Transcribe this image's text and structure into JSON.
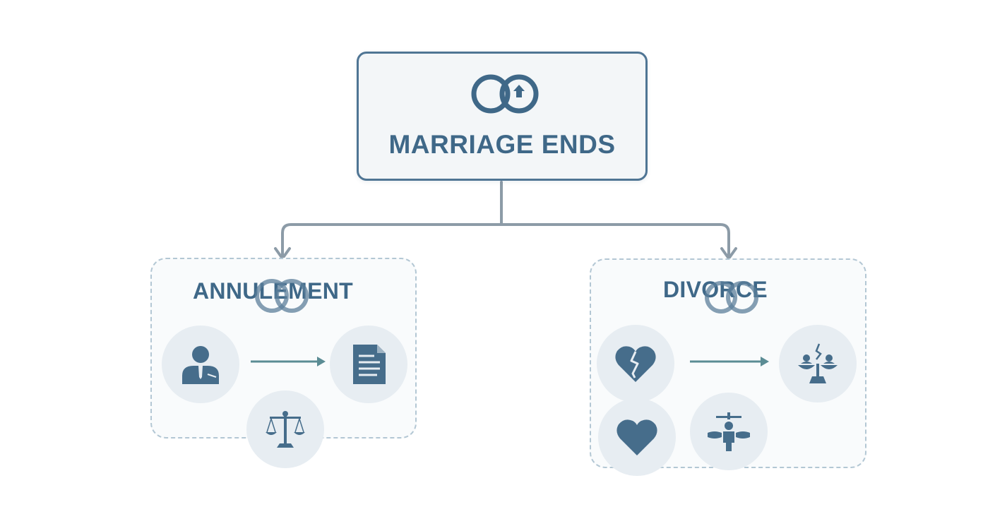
{
  "root": {
    "title": "MARRIAGE ENDS",
    "icon": "interlocked-rings-icon"
  },
  "branches": [
    {
      "id": "annulment",
      "title": "ANNULEMENT",
      "icons": [
        "person-icon",
        "document-icon",
        "scales-icon"
      ]
    },
    {
      "id": "divorce",
      "title": "DIVORCE",
      "icons": [
        "broken-heart-icon",
        "heart-icon",
        "divided-scales-icon",
        "balance-figure-icon"
      ]
    }
  ],
  "colors": {
    "primary": "#3f6888",
    "border": "#4f7594",
    "connector": "#8c9ba7",
    "dashed_border": "#b3c7d4",
    "icon_circle": "#e7edf2",
    "arrow": "#5b8c94"
  }
}
